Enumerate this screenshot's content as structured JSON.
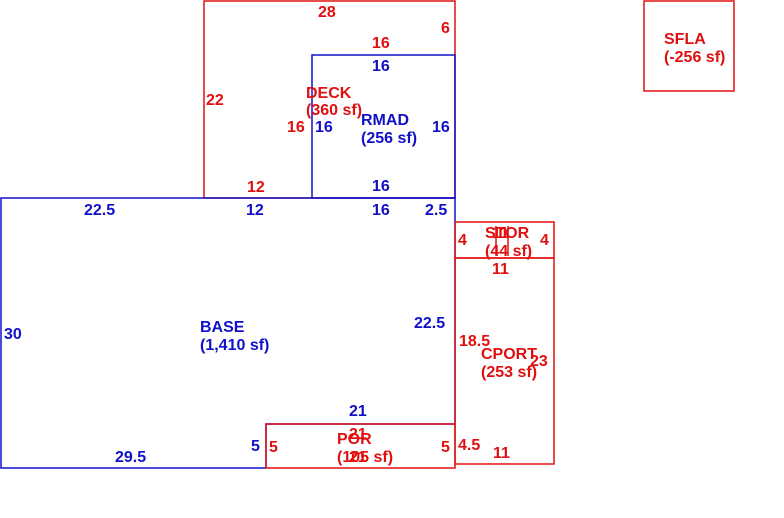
{
  "colors": {
    "red": "#e01010",
    "blue": "#1010c8"
  },
  "areas": {
    "deck": {
      "name": "DECK",
      "area": "(360 sf)"
    },
    "rmad": {
      "name": "RMAD",
      "area": "(256 sf)"
    },
    "base": {
      "name": "BASE",
      "area": "(1,410 sf)"
    },
    "stor": {
      "name": "STOR",
      "area": "(44 sf)"
    },
    "cport": {
      "name": "CPORT",
      "area": "(253 sf)"
    },
    "por": {
      "name": "POR",
      "area": "(105 sf)"
    },
    "sfla": {
      "name": "SFLA",
      "area": "(-256 sf)"
    }
  },
  "dimensions": {
    "deck_top": "28",
    "deck_right_top": "6",
    "deck_left": "22",
    "deck_inner_top": "16",
    "deck_inner_left": "16",
    "deck_bottom": "12",
    "rmad_top": "16",
    "rmad_left": "16",
    "rmad_right": "16",
    "rmad_bottom": "16",
    "base_top_left": "22.5",
    "base_top_mid": "12",
    "base_top_rmad": "16",
    "base_top_right": "2.5",
    "base_left": "30",
    "base_right": "22.5",
    "base_bottom": "29.5",
    "base_notch_left": "5",
    "base_notch_top": "21",
    "stor_left": "4",
    "stor_right": "4",
    "stor_top": "11",
    "stor_bottom": "11",
    "cport_left": "18.5",
    "cport_right": "23",
    "cport_bottom_left": "4.5",
    "cport_bottom": "11",
    "por_left": "5",
    "por_right": "5",
    "por_top": "21",
    "por_bottom": "21"
  }
}
